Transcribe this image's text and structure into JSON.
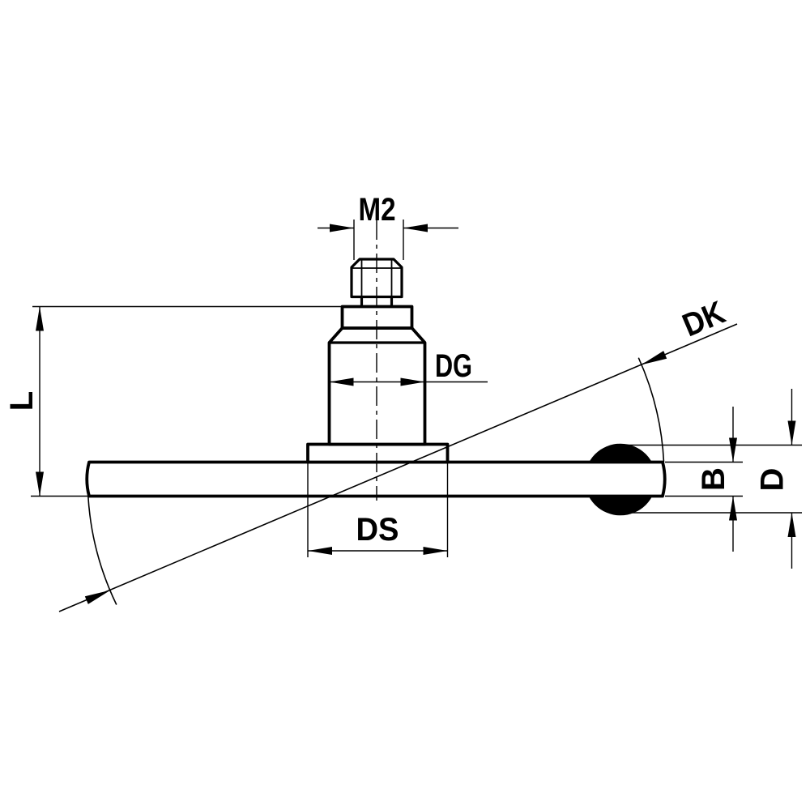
{
  "drawing": {
    "kind": "technical-dimension-drawing",
    "part": "disk-stylus-side-view",
    "colors": {
      "background": "#ffffff",
      "lines": "#000000",
      "text": "#000000"
    },
    "labels": {
      "thread": "M2",
      "stem_diameter": "DG",
      "disk_diameter": "DK",
      "length": "L",
      "base_diameter": "DS",
      "disk_width": "B",
      "edge_diameter": "D"
    }
  }
}
